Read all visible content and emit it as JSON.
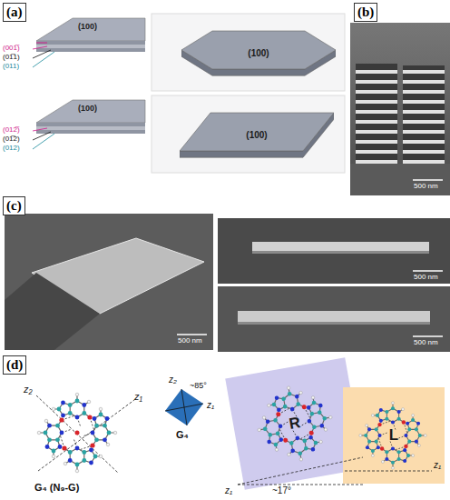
{
  "diagram": {
    "nodes": [
      {
        "text": [
          "(100)"
        ]
      },
      {
        "text": [
          "(100)"
        ]
      },
      {
        "text": [
          "R"
        ]
      },
      {
        "text": [
          "L"
        ]
      }
    ],
    "labels": [
      "(a)",
      "(100)",
      "(001̅)",
      "(01̅1)",
      "(011)",
      "(100)",
      "(012̅)",
      "(01̅2)",
      "(012)",
      "(b)",
      "500 nm",
      "(c)",
      "500 nm",
      "500 nm",
      "500 nm",
      "(d)",
      "z₂",
      "z₁",
      "G₄ (N₉-G)",
      "z₂",
      "~85°",
      "z₁",
      "G₄",
      "~17°",
      "z₁",
      "z₁"
    ]
  }
}
